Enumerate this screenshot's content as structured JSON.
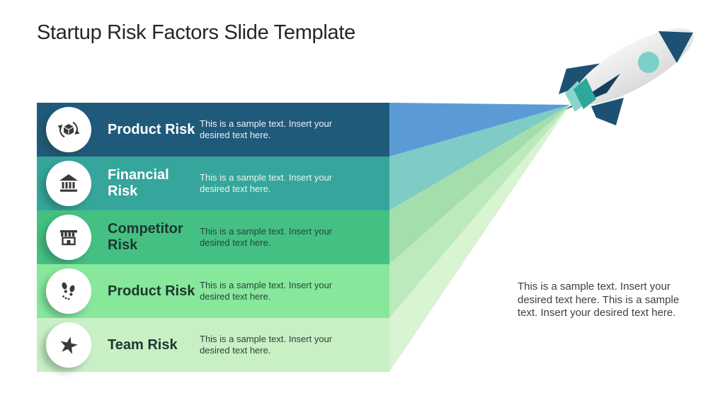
{
  "slide": {
    "title": "Startup Risk Factors Slide Template",
    "title_color": "#262626",
    "background": "#FFFFFF"
  },
  "rows": [
    {
      "icon": "product-lifecycle-icon",
      "title": "Product Risk",
      "description": "This is a sample text. Insert your desired text here.",
      "bar_color": "#205A7B",
      "beam_color": "#5B9BD5",
      "title_color": "#FFFFFF",
      "desc_color": "#E9F2F6"
    },
    {
      "icon": "bank-icon",
      "title": "Financial Risk",
      "description": "This is a sample text. Insert your desired text here.",
      "bar_color": "#36A59B",
      "beam_color": "#7FCBC6",
      "title_color": "#FFFFFF",
      "desc_color": "#EAF5F3"
    },
    {
      "icon": "storefront-icon",
      "title": "Competitor Risk",
      "description": "This is a sample text. Insert your desired text here.",
      "bar_color": "#44C083",
      "beam_color": "#A3DEAC",
      "title_color": "#1C372E",
      "desc_color": "#26443A"
    },
    {
      "icon": "footprints-icon",
      "title": "Product Risk",
      "description": "This is a sample text. Insert your desired text here.",
      "bar_color": "#87E89C",
      "beam_color": "#BCEABC",
      "title_color": "#1C372E",
      "desc_color": "#26443A"
    },
    {
      "icon": "team-star-icon",
      "title": "Team Risk",
      "description": "This is a sample text. Insert your desired text here.",
      "bar_color": "#C9F0C5",
      "beam_color": "#D8F4D3",
      "title_color": "#1C372E",
      "desc_color": "#26443A"
    }
  ],
  "note": "This is a sample text. Insert your desired text here. This is a sample text. Insert your desired text here.",
  "note_color": "#3F3F3F",
  "icons": {
    "color": "#3A3A3A",
    "circle_color": "#FFFFFF"
  },
  "rocket": {
    "body": "#ECECEC",
    "body_shade": "#DCDCDC",
    "nose": "#1D5174",
    "fin": "#1D5174",
    "spike": "#163E5B",
    "window": "#7BD0CA",
    "nozzle": "#2EA79C",
    "nozzle_light": "#8AD4CC"
  }
}
